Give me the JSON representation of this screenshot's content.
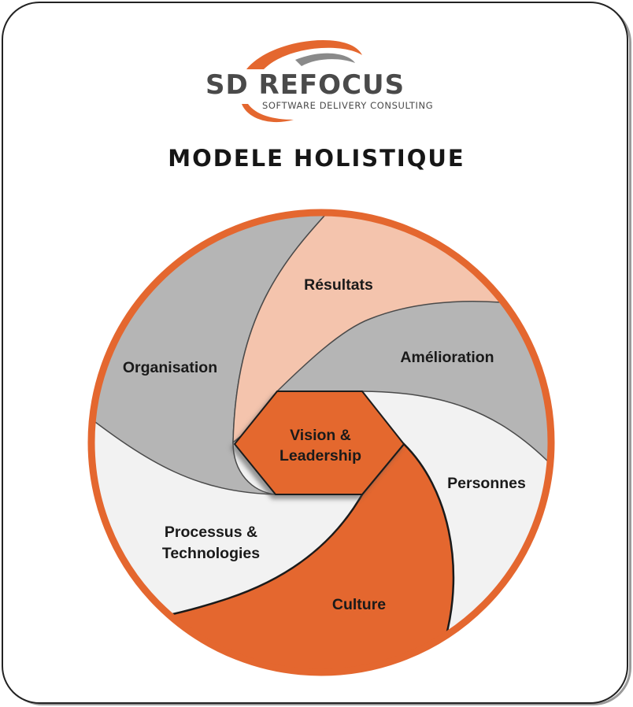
{
  "logo": {
    "name": "SD REFOCUS",
    "tagline": "SOFTWARE DELIVERY CONSULTING"
  },
  "title": "MODELE HOLISTIQUE",
  "segments": {
    "resultats": "Résultats",
    "amelioration": "Amélioration",
    "organisation": "Organisation",
    "personnes": "Personnes",
    "processus_line1": "Processus &",
    "processus_line2": "Technologies",
    "culture": "Culture",
    "center_line1": "Vision &",
    "center_line2": "Leadership"
  },
  "colors": {
    "orange": "#e4672f",
    "peach": "#f4c4ad",
    "gray": "#b5b5b5",
    "light": "#f2f2f2"
  }
}
